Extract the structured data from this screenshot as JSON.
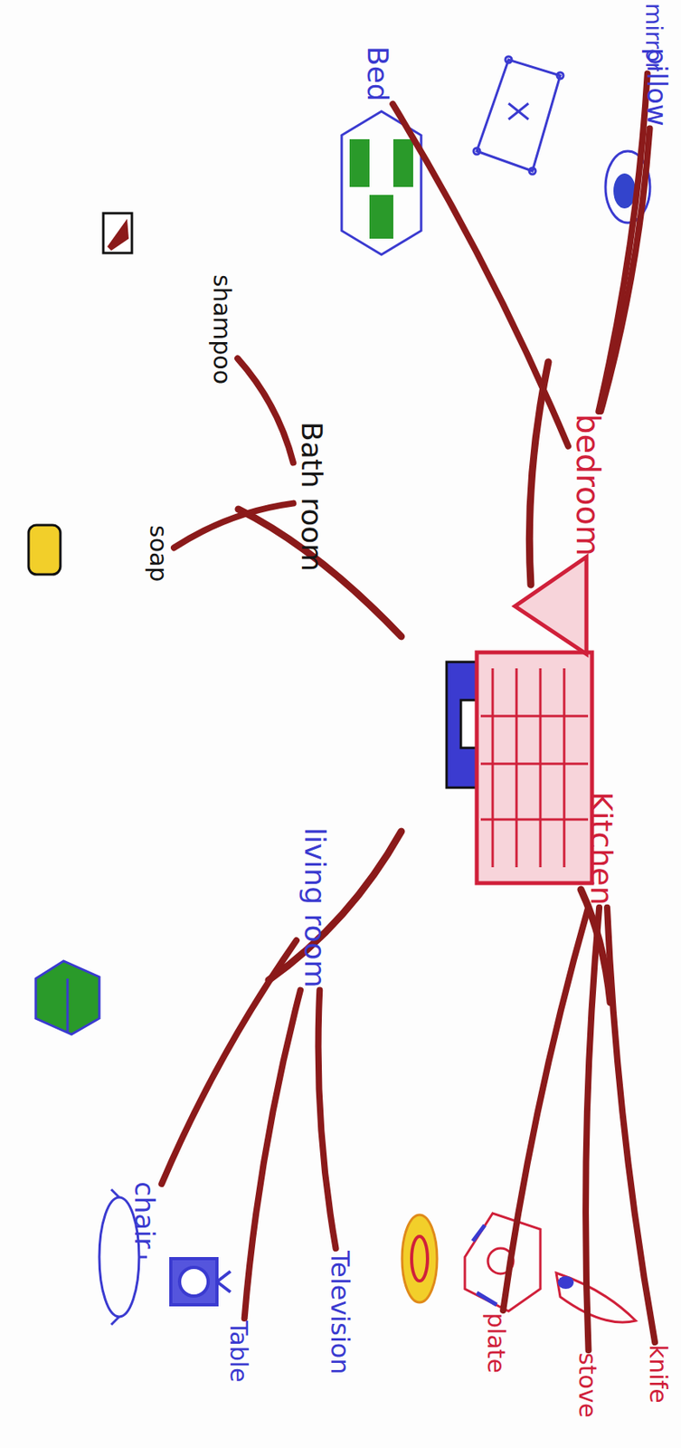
{
  "diagram": {
    "nodes": [
      {
        "text": [
          "bedroom"
        ]
      },
      {
        "text": [
          "pillow"
        ]
      },
      {
        "text": [
          "mirror"
        ]
      },
      {
        "text": [
          "Bed"
        ]
      },
      {
        "text": [
          "Bath room"
        ]
      },
      {
        "text": [
          "shampoo"
        ]
      },
      {
        "text": [
          "soap"
        ]
      },
      {
        "text": [
          "living room"
        ]
      },
      {
        "text": [
          "chair"
        ]
      },
      {
        "text": [
          "Table"
        ]
      },
      {
        "text": [
          "Television"
        ]
      },
      {
        "text": [
          "Kitchen"
        ]
      },
      {
        "text": [
          "plate"
        ]
      },
      {
        "text": [
          "stove"
        ]
      },
      {
        "text": [
          "knife"
        ]
      }
    ],
    "edges": [
      {
        "from": 0,
        "to": 1,
        "arrow": "none"
      },
      {
        "from": 0,
        "to": 2,
        "arrow": "none"
      },
      {
        "from": 0,
        "to": 3,
        "arrow": "none"
      },
      {
        "from": 4,
        "to": 5,
        "arrow": "none"
      },
      {
        "from": 4,
        "to": 6,
        "arrow": "none"
      },
      {
        "from": 7,
        "to": 8,
        "arrow": "none"
      },
      {
        "from": 7,
        "to": 9,
        "arrow": "none"
      },
      {
        "from": 7,
        "to": 10,
        "arrow": "none"
      },
      {
        "from": 11,
        "to": 12,
        "arrow": "none"
      },
      {
        "from": 11,
        "to": 13,
        "arrow": "none"
      },
      {
        "from": 11,
        "to": 14,
        "arrow": "none"
      }
    ]
  }
}
